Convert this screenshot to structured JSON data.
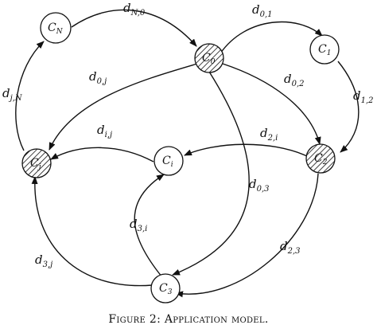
{
  "caption": "Figure 2: Application model.",
  "nodes": [
    {
      "id": "CN",
      "base": "C",
      "sub": "N",
      "hatched": false
    },
    {
      "id": "C0",
      "base": "C",
      "sub": "0",
      "hatched": true
    },
    {
      "id": "C1",
      "base": "C",
      "sub": "1",
      "hatched": false
    },
    {
      "id": "Cj",
      "base": "C",
      "sub": "j",
      "hatched": true
    },
    {
      "id": "Ci",
      "base": "C",
      "sub": "i",
      "hatched": false
    },
    {
      "id": "C2",
      "base": "C",
      "sub": "2",
      "hatched": true
    },
    {
      "id": "C3",
      "base": "C",
      "sub": "3",
      "hatched": false
    }
  ],
  "edges": [
    {
      "from": "CN",
      "to": "C0",
      "base": "d",
      "sub": "N,0"
    },
    {
      "from": "C0",
      "to": "C1",
      "base": "d",
      "sub": "0,1"
    },
    {
      "from": "C1",
      "to": "C2",
      "base": "d",
      "sub": "1,2"
    },
    {
      "from": "C0",
      "to": "Cj",
      "base": "d",
      "sub": "0,j"
    },
    {
      "from": "C0",
      "to": "C2",
      "base": "d",
      "sub": "0,2"
    },
    {
      "from": "Cj",
      "to": "CN",
      "base": "d",
      "sub": "j,N"
    },
    {
      "from": "Ci",
      "to": "Cj",
      "base": "d",
      "sub": "i,j"
    },
    {
      "from": "C2",
      "to": "Ci",
      "base": "d",
      "sub": "2,i"
    },
    {
      "from": "C0",
      "to": "C3",
      "base": "d",
      "sub": "0,3"
    },
    {
      "from": "C3",
      "to": "Ci",
      "base": "d",
      "sub": "3,i"
    },
    {
      "from": "C3",
      "to": "Cj",
      "base": "d",
      "sub": "3,j"
    },
    {
      "from": "C2",
      "to": "C3",
      "base": "d",
      "sub": "2,3"
    }
  ]
}
